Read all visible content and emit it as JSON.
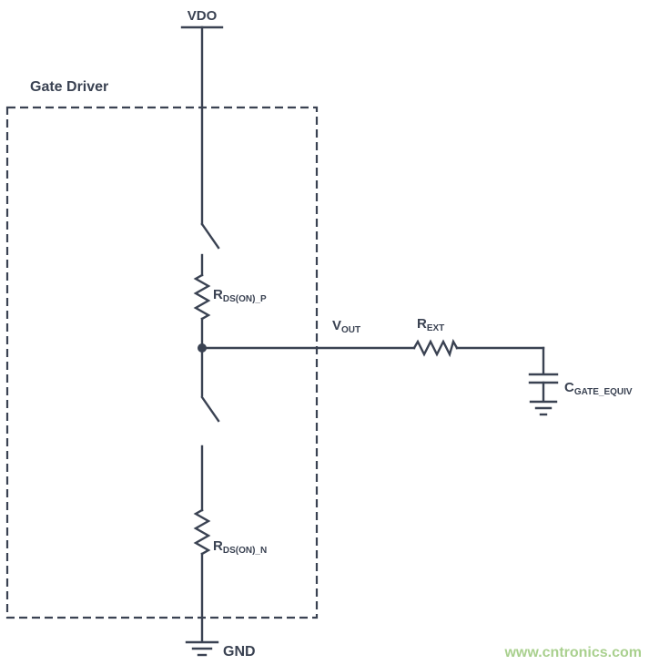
{
  "colors": {
    "line": "#3a4252",
    "text": "#3a4252",
    "watermark": "#a9d08e",
    "background": "#ffffff"
  },
  "labels": {
    "vdo": "VDO",
    "gate_driver": "Gate Driver",
    "r_ds_on_p": {
      "main": "R",
      "sub": "DS(ON)_P"
    },
    "v_out": {
      "main": "V",
      "sub": "OUT"
    },
    "r_ext": {
      "main": "R",
      "sub": "EXT"
    },
    "c_gate_equiv": {
      "main": "C",
      "sub": "GATE_EQUIV"
    },
    "r_ds_on_n": {
      "main": "R",
      "sub": "DS(ON)_N"
    },
    "gnd": "GND",
    "watermark": "www.cntronics.com"
  }
}
